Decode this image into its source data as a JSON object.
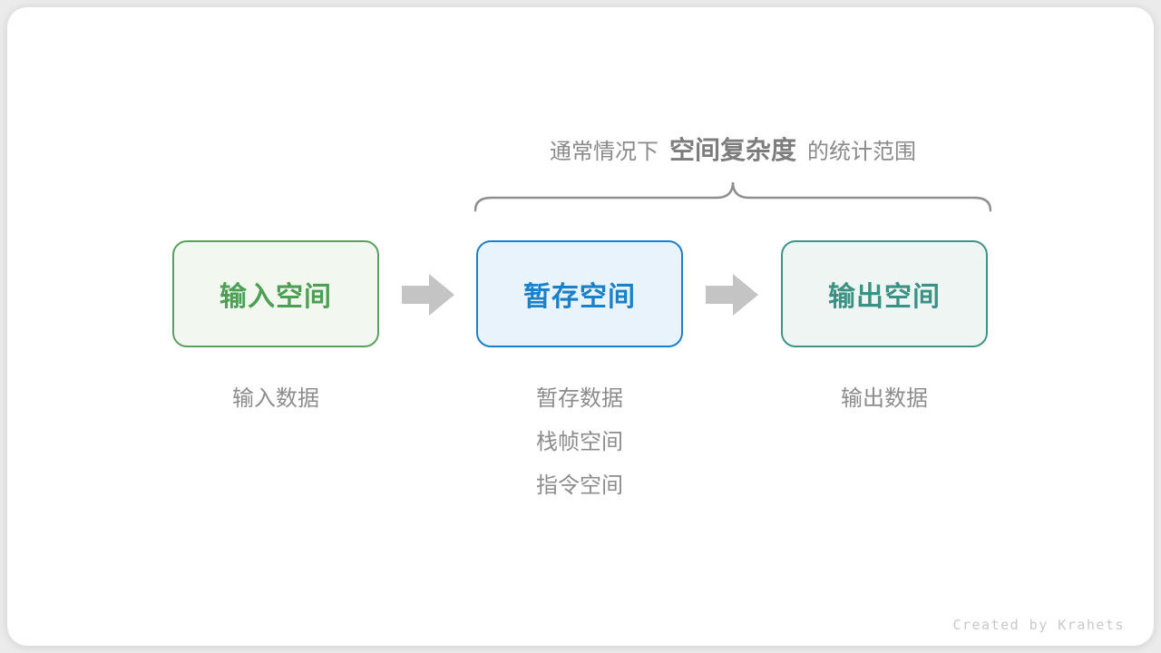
{
  "page": {
    "background_color": "#ebebeb",
    "card_color": "#ffffff"
  },
  "annotation": {
    "prefix": "通常情况下",
    "highlight": "空间复杂度",
    "suffix": "的统计范围",
    "text_color": "#8a8a8a",
    "brace_color": "#8f8f8f"
  },
  "flow": {
    "boxes": [
      {
        "label": "输入空间",
        "border_color": "#5ba15e",
        "fill_color": "#f2f8f0",
        "text_color": "#4d9f54"
      },
      {
        "label": "暂存空间",
        "border_color": "#1a7fd0",
        "fill_color": "#e9f3fc",
        "text_color": "#1a80ca"
      },
      {
        "label": "输出空间",
        "border_color": "#3f9488",
        "fill_color": "#eef5f2",
        "text_color": "#3a9285"
      }
    ],
    "arrow_color": "#c4c4c4",
    "sublabels": [
      [
        "输入数据"
      ],
      [
        "暂存数据",
        "栈帧空间",
        "指令空间"
      ],
      [
        "输出数据"
      ]
    ]
  },
  "footer": {
    "credit": "Created by Krahets"
  }
}
